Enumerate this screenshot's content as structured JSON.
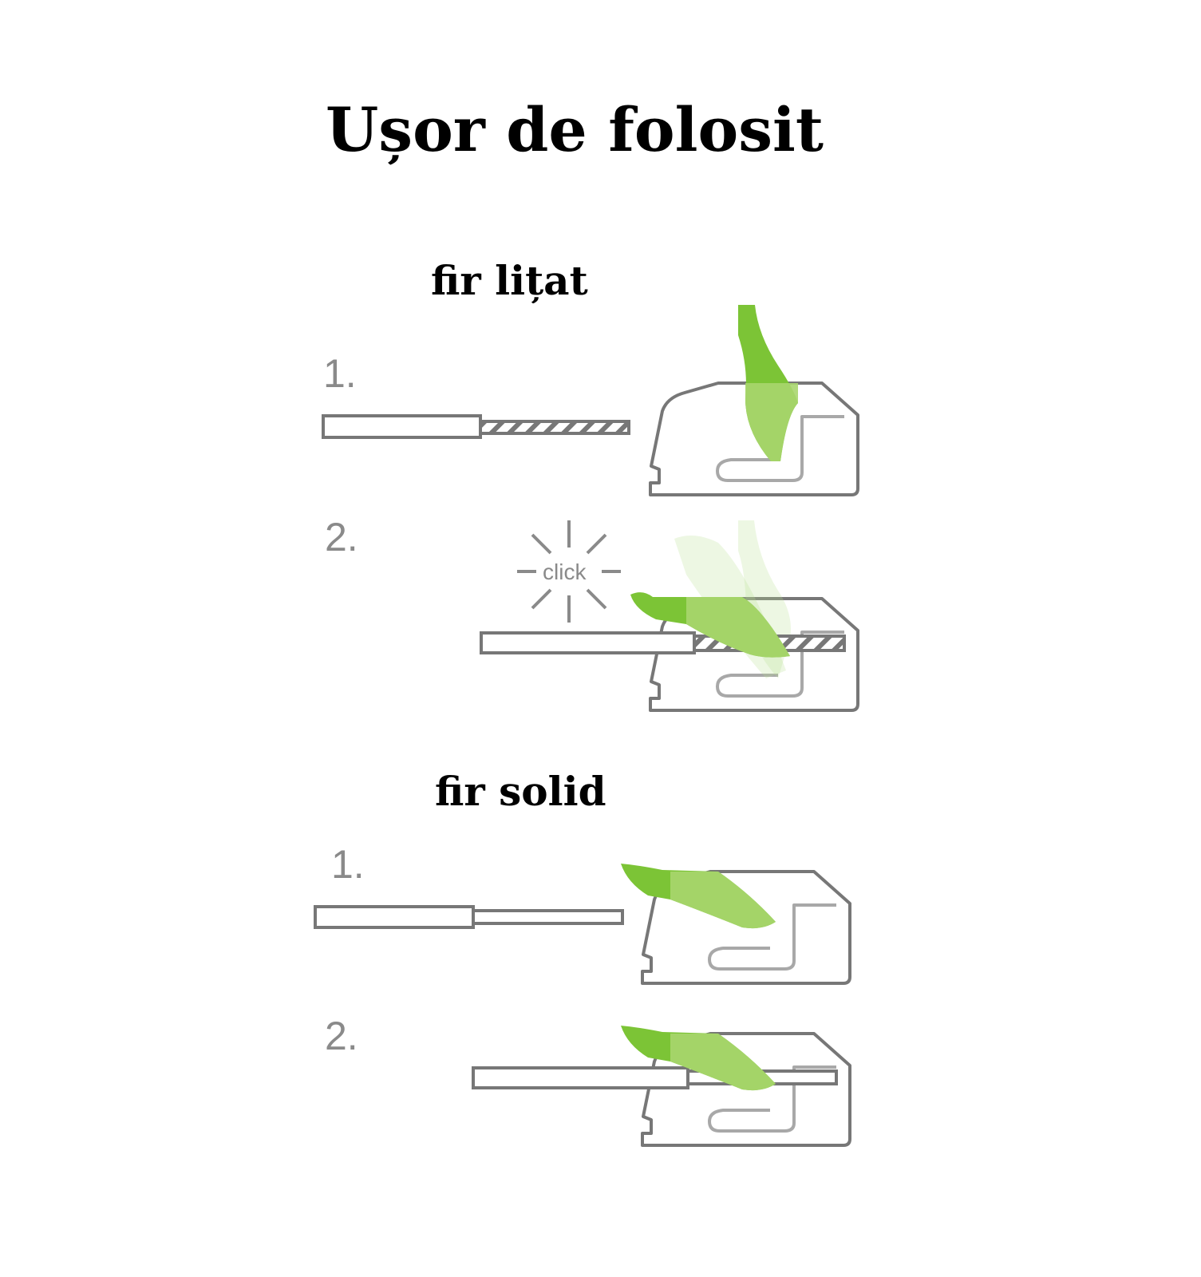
{
  "title": "Ușor de folosit",
  "sections": [
    {
      "heading": "fir lițat",
      "steps": [
        "1.",
        "2."
      ],
      "click_label": "click"
    },
    {
      "heading": "fir solid",
      "steps": [
        "1.",
        "2."
      ]
    }
  ],
  "colors": {
    "lever": "#7cc436",
    "lever_light": "#a8d66e",
    "outline": "#777777",
    "step_number": "#8a8a8a"
  }
}
